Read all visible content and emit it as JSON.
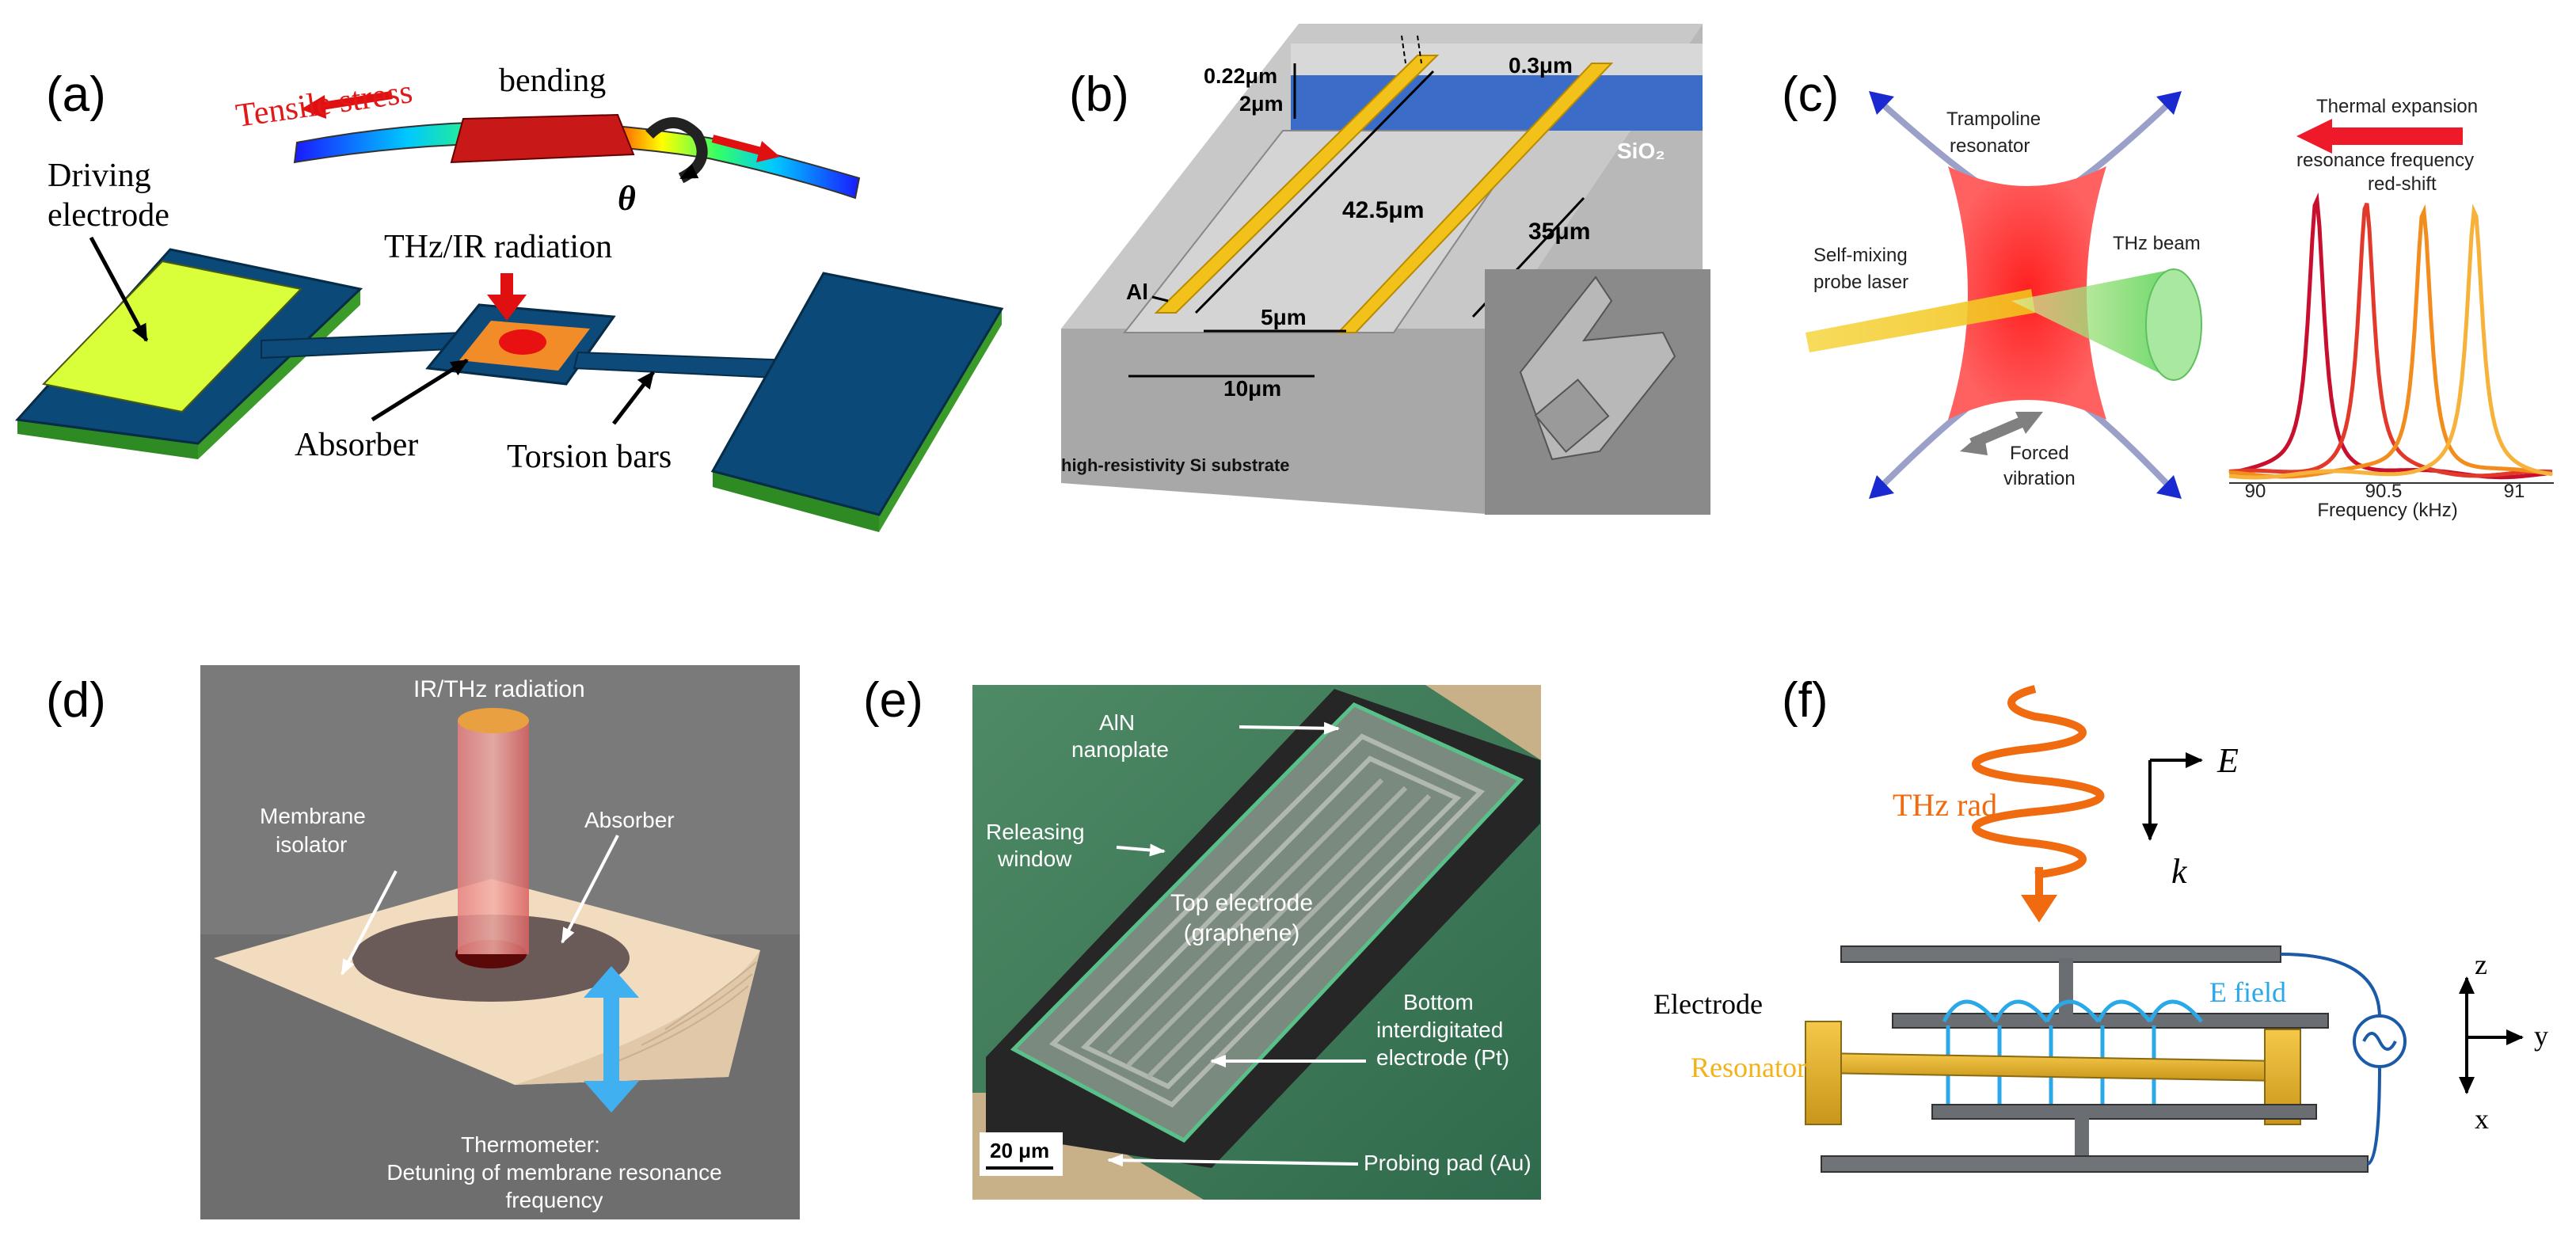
{
  "panel_labels": [
    "(a)",
    "(b)",
    "(c)",
    "(d)",
    "(e)",
    "(f)"
  ],
  "panel_a": {
    "tensile_stress": "Tensile stress",
    "bending": "bending",
    "theta": "θ",
    "driving_electrode_line1": "Driving",
    "driving_electrode_line2": "electrode",
    "radiation": "THz/IR radiation",
    "absorber": "Absorber",
    "torsion_bars": "Torsion bars"
  },
  "panel_b": {
    "dim_thickness": "0.22μm",
    "dim_oxide": "2μm",
    "dim_gap": "0.3μm",
    "sio2": "SiO₂",
    "dim_length_long": "42.5μm",
    "dim_length_short": "35μm",
    "al": "Al",
    "dim_5": "5μm",
    "dim_10": "10μm",
    "substrate": "high-resistivity Si substrate"
  },
  "panel_c": {
    "trampoline_line1": "Trampoline",
    "trampoline_line2": "resonator",
    "probe_line1": "Self-mixing",
    "probe_line2": "probe laser",
    "thz_beam": "THz beam",
    "forced_line1": "Forced",
    "forced_line2": "vibration",
    "thermal_expansion": "Thermal expansion",
    "redshift_line1": "resonance frequency",
    "redshift_line2": "red-shift",
    "x_ticks": [
      "90",
      "90.5",
      "91"
    ],
    "xlabel": "Frequency (kHz)",
    "peak_colors": [
      "#c8102e",
      "#e23a2a",
      "#f28c1c",
      "#f6b23a"
    ]
  },
  "panel_d": {
    "radiation": "IR/THz radiation",
    "membrane_line1": "Membrane",
    "membrane_line2": "isolator",
    "absorber": "Absorber",
    "thermo_line1": "Thermometer:",
    "thermo_line2": "Detuning of membrane resonance",
    "thermo_line3": "frequency"
  },
  "panel_e": {
    "aln_line1": "AlN",
    "aln_line2": "nanoplate",
    "release_line1": "Releasing",
    "release_line2": "window",
    "top_line1": "Top electrode",
    "top_line2": "(graphene)",
    "bottom_line1": "Bottom",
    "bottom_line2": "interdigitated",
    "bottom_line3": "electrode (Pt)",
    "probing_pad": "Probing pad (Au)",
    "scale_bar": "20 μm"
  },
  "panel_f": {
    "thz_rad": "THz rad",
    "e_vec": "E",
    "k_vec": "k",
    "electrode": "Electrode",
    "resonator": "Resonator",
    "e_field": "E field",
    "axis_z": "z",
    "axis_y": "y",
    "axis_x": "x"
  }
}
